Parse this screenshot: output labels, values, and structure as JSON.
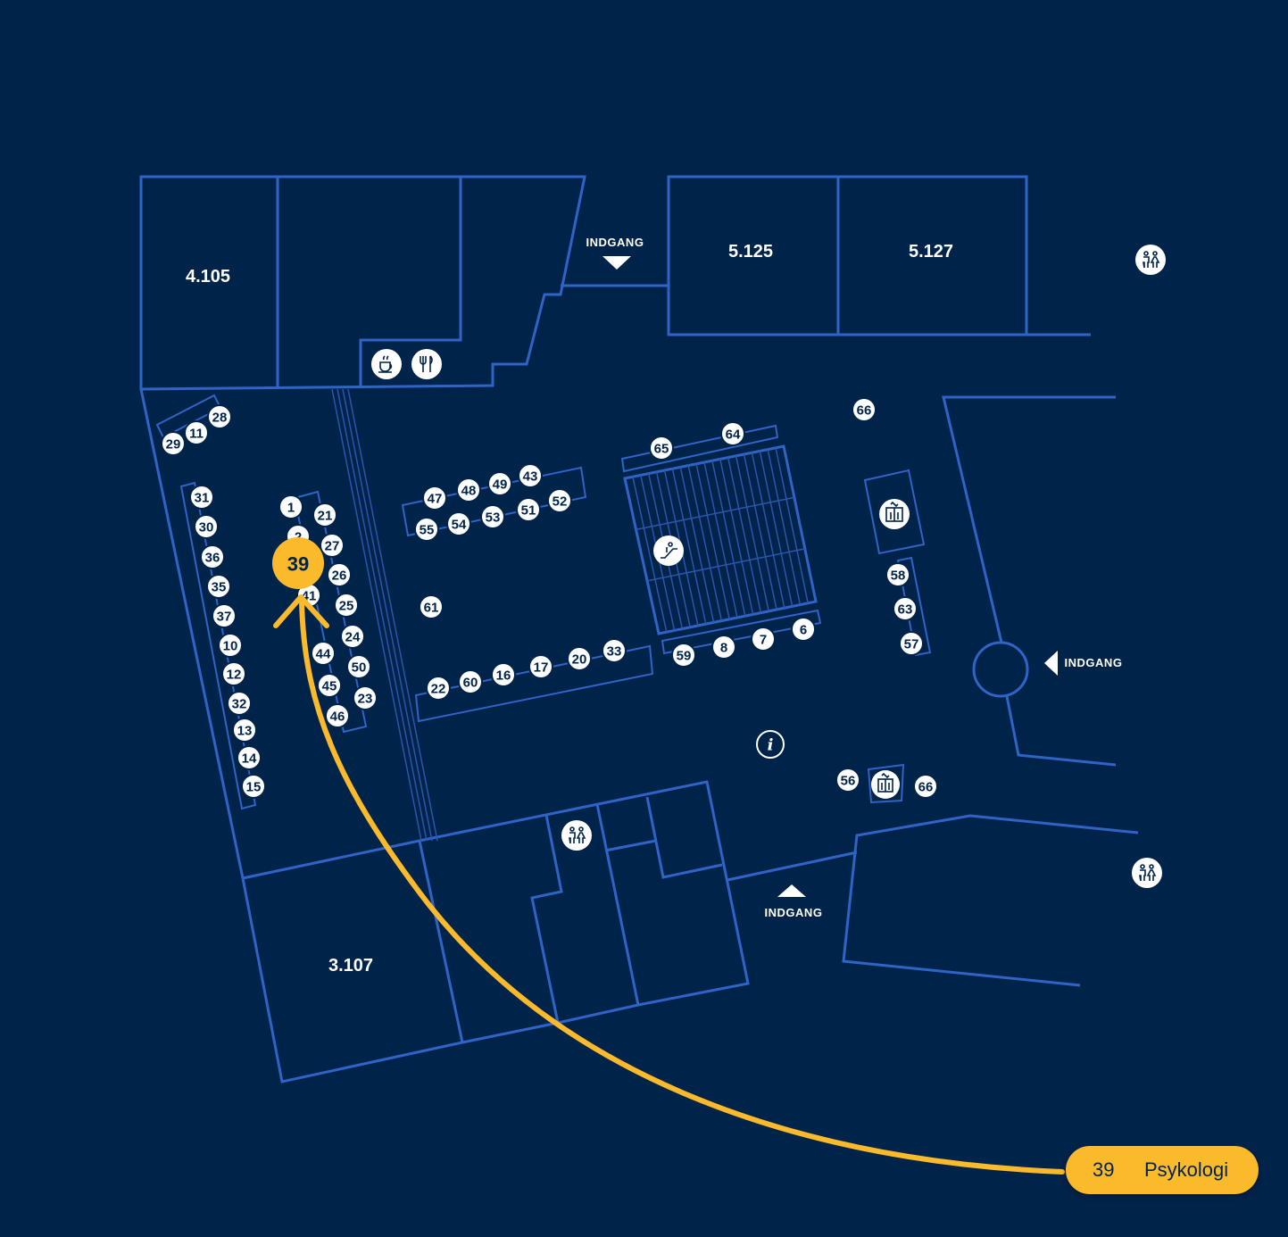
{
  "rooms": {
    "r4105": "4.105",
    "r5125": "5.125",
    "r5127": "5.127",
    "r3107": "3.107"
  },
  "entrances": {
    "top": "INDGANG",
    "right": "INDGANG",
    "bottom": "INDGANG"
  },
  "stands": [
    "1",
    "2",
    "21",
    "27",
    "26",
    "25",
    "24",
    "50",
    "23",
    "41",
    "44",
    "45",
    "46",
    "31",
    "30",
    "36",
    "35",
    "37",
    "10",
    "12",
    "32",
    "13",
    "14",
    "15",
    "29",
    "11",
    "28",
    "47",
    "48",
    "49",
    "43",
    "55",
    "54",
    "53",
    "51",
    "52",
    "61",
    "22",
    "60",
    "16",
    "17",
    "20",
    "33",
    "65",
    "64",
    "59",
    "8",
    "7",
    "6",
    "66",
    "58",
    "63",
    "57",
    "56"
  ],
  "icons": [
    "toilet-icon",
    "coffee-icon",
    "restaurant-icon",
    "escalator-icon",
    "elevator-icon",
    "info-icon"
  ],
  "highlight": {
    "number": "39",
    "name": "Psykologi"
  },
  "colors": {
    "background": "#00234a",
    "walls": "#2f63c6",
    "highlight": "#fbb92c",
    "stand_badge": "#ffffff"
  }
}
